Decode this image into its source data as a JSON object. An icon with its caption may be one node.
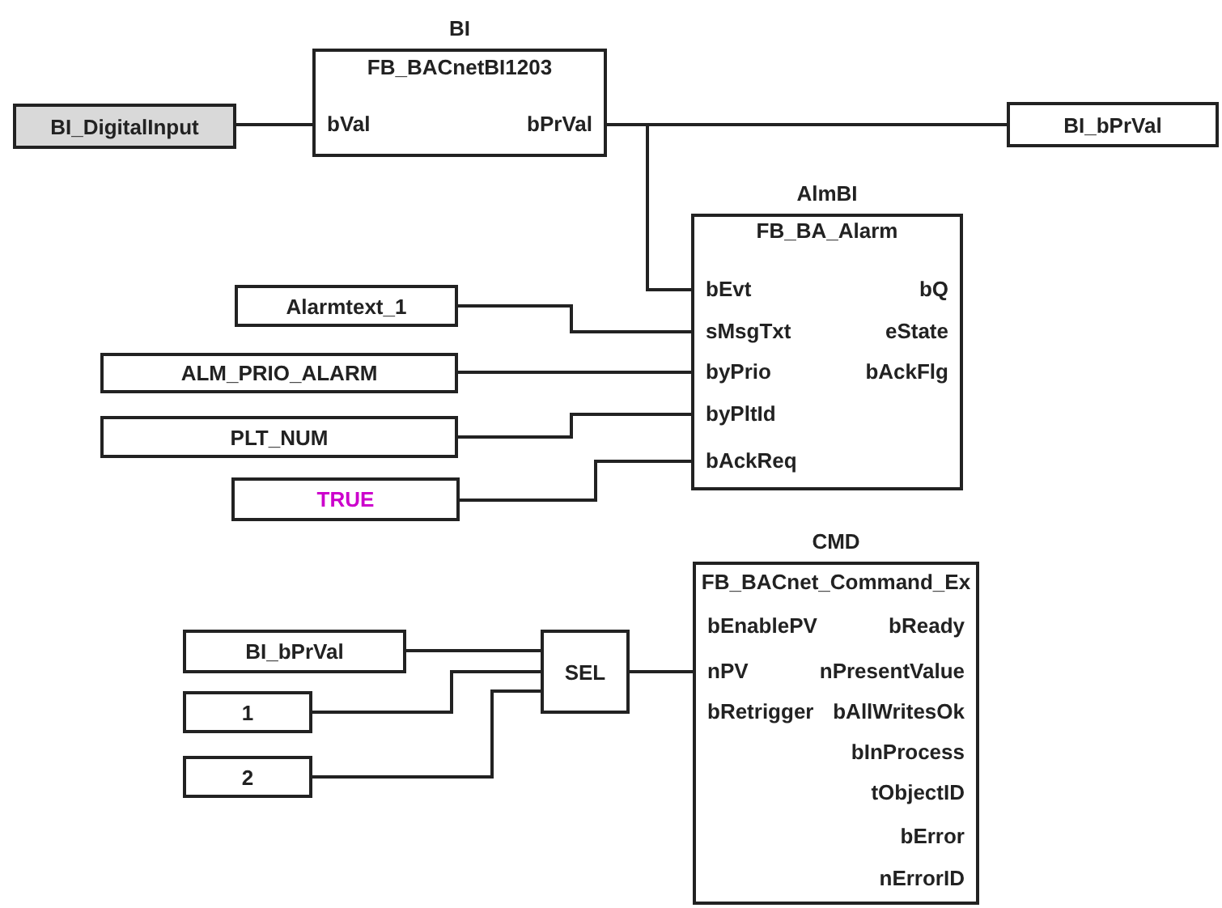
{
  "diagram": {
    "nodes": [
      {
        "text": [
          "BI_DigitalInput"
        ]
      },
      {
        "text": [
          "BI",
          "FB_BACnetBI1203",
          "bVal",
          "bPrVal"
        ]
      },
      {
        "text": [
          "BI_bPrVal"
        ]
      },
      {
        "text": [
          "AlmBI",
          "FB_BA_Alarm",
          "bEvt",
          "bQ",
          "sMsgTxt",
          "eState",
          "byPrio",
          "bAckFlg",
          "byPltId",
          "bAckReq"
        ]
      },
      {
        "text": [
          "Alarmtext_1"
        ]
      },
      {
        "text": [
          "ALM_PRIO_ALARM"
        ]
      },
      {
        "text": [
          "PLT_NUM"
        ]
      },
      {
        "text": [
          "TRUE"
        ]
      },
      {
        "text": [
          "CMD",
          "FB_BACnet_Command_Ex",
          "bEnablePV",
          "bReady",
          "nPV",
          "nPresentValue",
          "bRetrigger",
          "bAllWritesOk",
          "bInProcess",
          "tObjectID",
          "bError",
          "nErrorID"
        ]
      },
      {
        "text": [
          "SEL"
        ]
      },
      {
        "text": [
          "BI_bPrVal"
        ]
      },
      {
        "text": [
          "1"
        ]
      },
      {
        "text": [
          "2"
        ]
      }
    ],
    "edges": [
      {
        "from": 0,
        "to": 1,
        "arrow": "none"
      },
      {
        "from": 1,
        "to": 2,
        "arrow": "none"
      },
      {
        "from": 1,
        "to": 3,
        "arrow": "none"
      },
      {
        "from": 4,
        "to": 3,
        "arrow": "none"
      },
      {
        "from": 5,
        "to": 3,
        "arrow": "none"
      },
      {
        "from": 6,
        "to": 3,
        "arrow": "none"
      },
      {
        "from": 7,
        "to": 3,
        "arrow": "none"
      },
      {
        "from": 10,
        "to": 9,
        "arrow": "none"
      },
      {
        "from": 11,
        "to": 9,
        "arrow": "none"
      },
      {
        "from": 12,
        "to": 9,
        "arrow": "none"
      },
      {
        "from": 9,
        "to": 8,
        "arrow": "none"
      }
    ]
  }
}
